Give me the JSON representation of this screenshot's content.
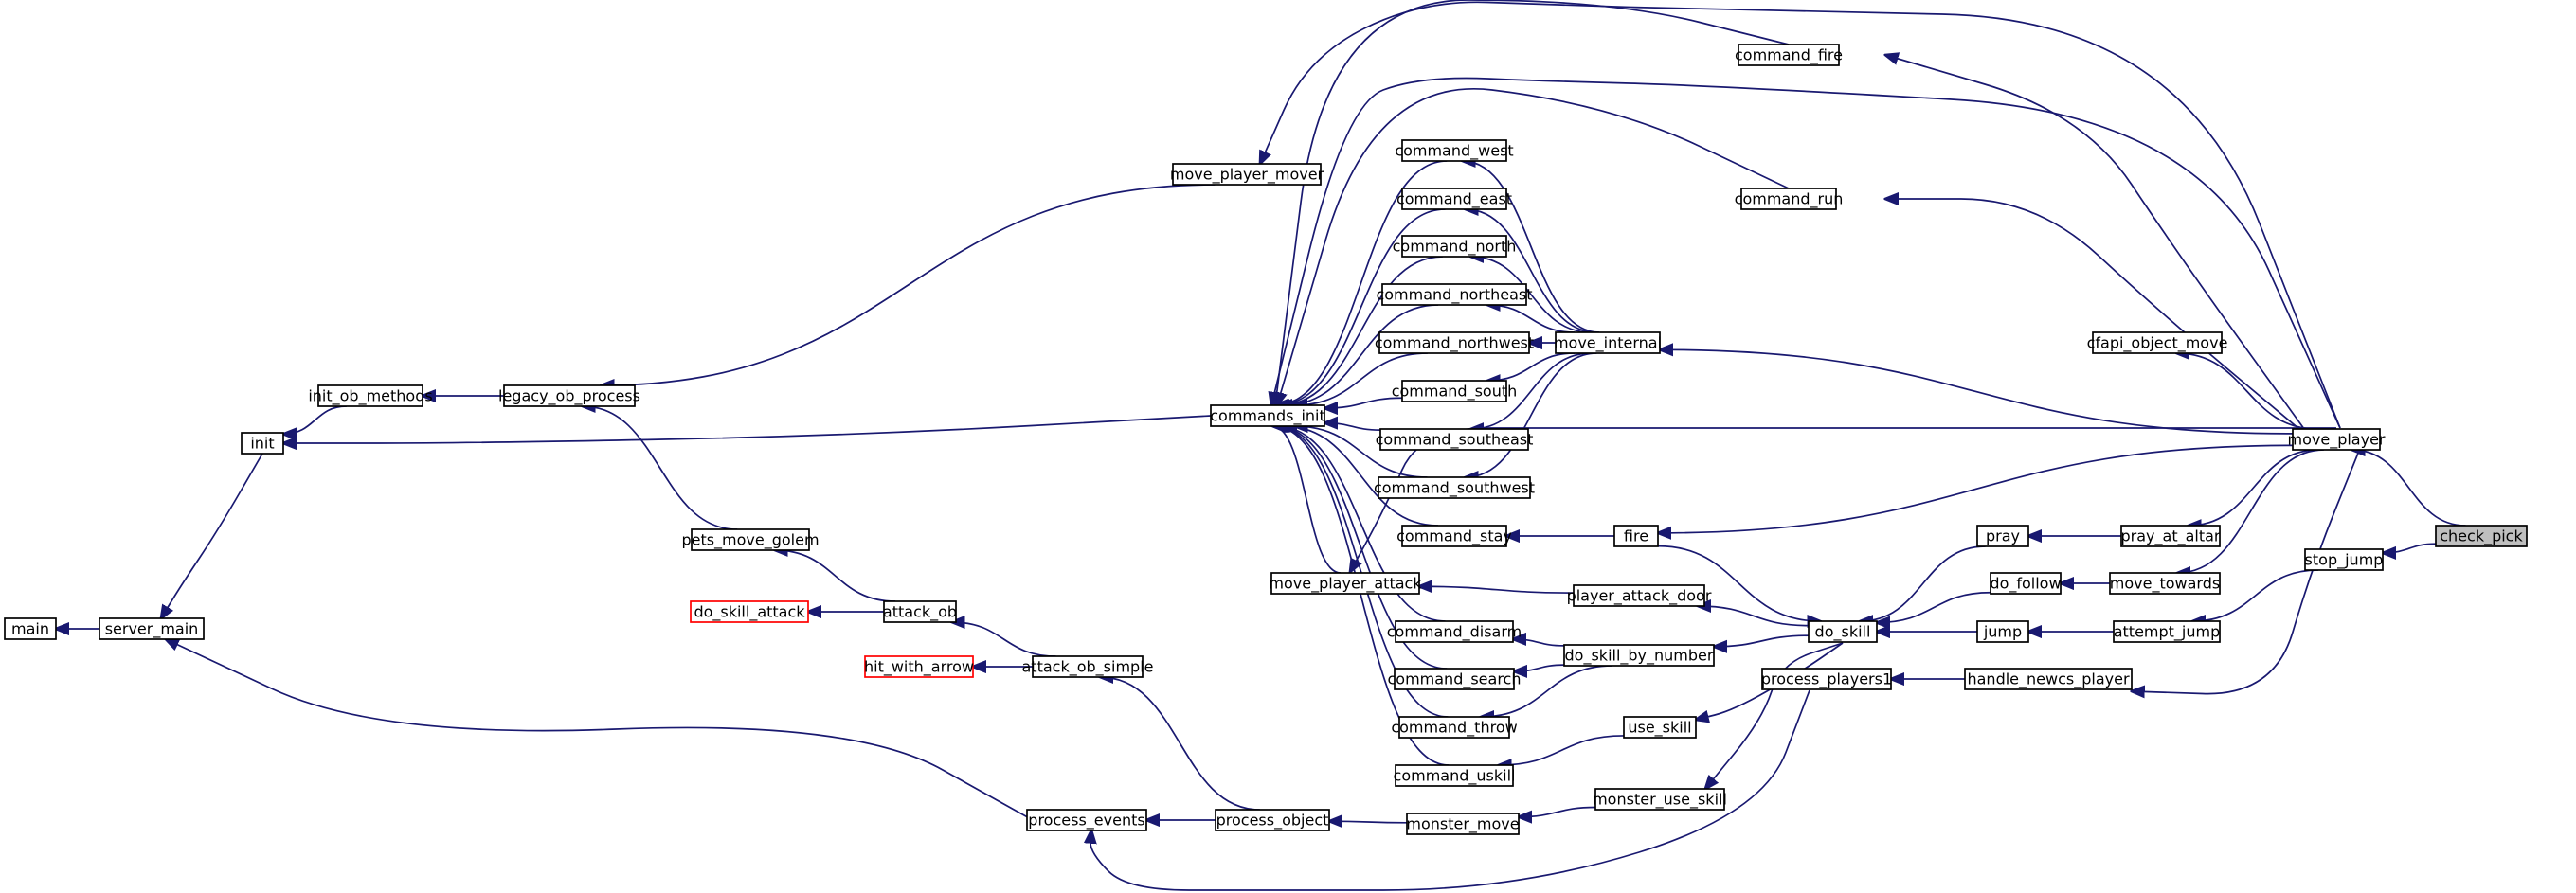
{
  "diagram": {
    "type": "call-graph",
    "edge_color": "#191970",
    "highlight_fill": "#bfbfbf",
    "truncated_border": "#ff0000",
    "nodes": [
      {
        "id": "check_pick",
        "label": "check_pick",
        "highlight": true
      },
      {
        "id": "move_player",
        "label": "move_player"
      },
      {
        "id": "stop_jump",
        "label": "stop_jump"
      },
      {
        "id": "command_fire",
        "label": "command_fire"
      },
      {
        "id": "command_run",
        "label": "command_run"
      },
      {
        "id": "cfapi_object_move",
        "label": "cfapi_object_move"
      },
      {
        "id": "move_internal",
        "label": "move_internal"
      },
      {
        "id": "fire",
        "label": "fire"
      },
      {
        "id": "pray_at_altar",
        "label": "pray_at_altar"
      },
      {
        "id": "move_towards",
        "label": "move_towards"
      },
      {
        "id": "attempt_jump",
        "label": "attempt_jump"
      },
      {
        "id": "handle_newcs_player",
        "label": "handle_newcs_player"
      },
      {
        "id": "move_player_mover",
        "label": "move_player_mover"
      },
      {
        "id": "commands_init",
        "label": "commands_init"
      },
      {
        "id": "move_player_attack",
        "label": "move_player_attack"
      },
      {
        "id": "command_west",
        "label": "command_west"
      },
      {
        "id": "command_east",
        "label": "command_east"
      },
      {
        "id": "command_north",
        "label": "command_north"
      },
      {
        "id": "command_northeast",
        "label": "command_northeast"
      },
      {
        "id": "command_northwest",
        "label": "command_northwest"
      },
      {
        "id": "command_south",
        "label": "command_south"
      },
      {
        "id": "command_southeast",
        "label": "command_southeast"
      },
      {
        "id": "command_southwest",
        "label": "command_southwest"
      },
      {
        "id": "command_stay",
        "label": "command_stay"
      },
      {
        "id": "pray",
        "label": "pray"
      },
      {
        "id": "do_follow",
        "label": "do_follow"
      },
      {
        "id": "jump",
        "label": "jump"
      },
      {
        "id": "do_skill",
        "label": "do_skill"
      },
      {
        "id": "player_attack_door",
        "label": "player_attack_door"
      },
      {
        "id": "do_skill_by_number",
        "label": "do_skill_by_number"
      },
      {
        "id": "command_disarm",
        "label": "command_disarm"
      },
      {
        "id": "command_search",
        "label": "command_search"
      },
      {
        "id": "command_throw",
        "label": "command_throw"
      },
      {
        "id": "use_skill",
        "label": "use_skill"
      },
      {
        "id": "command_uskill",
        "label": "command_uskill"
      },
      {
        "id": "monster_use_skill",
        "label": "monster_use_skill"
      },
      {
        "id": "monster_move",
        "label": "monster_move"
      },
      {
        "id": "process_object",
        "label": "process_object"
      },
      {
        "id": "process_events",
        "label": "process_events"
      },
      {
        "id": "process_players1",
        "label": "process_players1"
      },
      {
        "id": "legacy_ob_process",
        "label": "legacy_ob_process"
      },
      {
        "id": "init_ob_methods",
        "label": "init_ob_methods"
      },
      {
        "id": "init",
        "label": "init"
      },
      {
        "id": "server_main",
        "label": "server_main"
      },
      {
        "id": "main",
        "label": "main"
      },
      {
        "id": "pets_move_golem",
        "label": "pets_move_golem"
      },
      {
        "id": "attack_ob",
        "label": "attack_ob"
      },
      {
        "id": "do_skill_attack",
        "label": "do_skill_attack",
        "truncated": true
      },
      {
        "id": "attack_ob_simple",
        "label": "attack_ob_simple"
      },
      {
        "id": "hit_with_arrow",
        "label": "hit_with_arrow",
        "truncated": true
      }
    ],
    "edges": [
      {
        "from": "check_pick",
        "to": "move_player"
      },
      {
        "from": "check_pick",
        "to": "stop_jump"
      },
      {
        "from": "move_player",
        "to": "command_fire"
      },
      {
        "from": "move_player",
        "to": "command_run"
      },
      {
        "from": "move_player",
        "to": "cfapi_object_move"
      },
      {
        "from": "move_player",
        "to": "move_internal"
      },
      {
        "from": "move_player",
        "to": "fire"
      },
      {
        "from": "move_player",
        "to": "pray_at_altar"
      },
      {
        "from": "move_player",
        "to": "move_towards"
      },
      {
        "from": "move_player",
        "to": "handle_newcs_player"
      },
      {
        "from": "move_player",
        "to": "move_player_mover"
      },
      {
        "from": "move_player",
        "to": "commands_init"
      },
      {
        "from": "move_player",
        "to": "move_player_attack"
      },
      {
        "from": "stop_jump",
        "to": "attempt_jump"
      },
      {
        "from": "command_fire",
        "to": "commands_init"
      },
      {
        "from": "command_run",
        "to": "commands_init"
      },
      {
        "from": "move_internal",
        "to": "command_west"
      },
      {
        "from": "move_internal",
        "to": "command_east"
      },
      {
        "from": "move_internal",
        "to": "command_north"
      },
      {
        "from": "move_internal",
        "to": "command_northeast"
      },
      {
        "from": "move_internal",
        "to": "command_northwest"
      },
      {
        "from": "move_internal",
        "to": "command_south"
      },
      {
        "from": "move_internal",
        "to": "command_southeast"
      },
      {
        "from": "move_internal",
        "to": "command_southwest"
      },
      {
        "from": "fire",
        "to": "command_stay"
      },
      {
        "from": "fire",
        "to": "do_skill"
      },
      {
        "from": "pray_at_altar",
        "to": "pray"
      },
      {
        "from": "move_towards",
        "to": "do_follow"
      },
      {
        "from": "attempt_jump",
        "to": "jump"
      },
      {
        "from": "handle_newcs_player",
        "to": "process_players1"
      },
      {
        "from": "pray",
        "to": "do_skill"
      },
      {
        "from": "do_follow",
        "to": "do_skill"
      },
      {
        "from": "jump",
        "to": "do_skill"
      },
      {
        "from": "do_skill",
        "to": "player_attack_door"
      },
      {
        "from": "do_skill",
        "to": "do_skill_by_number"
      },
      {
        "from": "do_skill",
        "to": "use_skill"
      },
      {
        "from": "do_skill",
        "to": "monster_use_skill"
      },
      {
        "from": "player_attack_door",
        "to": "move_player_attack"
      },
      {
        "from": "do_skill_by_number",
        "to": "command_disarm"
      },
      {
        "from": "do_skill_by_number",
        "to": "command_search"
      },
      {
        "from": "do_skill_by_number",
        "to": "command_throw"
      },
      {
        "from": "use_skill",
        "to": "command_uskill"
      },
      {
        "from": "monster_use_skill",
        "to": "monster_move"
      },
      {
        "from": "monster_move",
        "to": "process_object"
      },
      {
        "from": "process_object",
        "to": "process_events"
      },
      {
        "from": "process_players1",
        "to": "process_events"
      },
      {
        "from": "process_events",
        "to": "server_main"
      },
      {
        "from": "server_main",
        "to": "main"
      },
      {
        "from": "command_west",
        "to": "commands_init"
      },
      {
        "from": "command_east",
        "to": "commands_init"
      },
      {
        "from": "command_north",
        "to": "commands_init"
      },
      {
        "from": "command_northeast",
        "to": "commands_init"
      },
      {
        "from": "command_northwest",
        "to": "commands_init"
      },
      {
        "from": "command_south",
        "to": "commands_init"
      },
      {
        "from": "command_southeast",
        "to": "commands_init"
      },
      {
        "from": "command_southwest",
        "to": "commands_init"
      },
      {
        "from": "command_stay",
        "to": "commands_init"
      },
      {
        "from": "command_disarm",
        "to": "commands_init"
      },
      {
        "from": "command_search",
        "to": "commands_init"
      },
      {
        "from": "command_throw",
        "to": "commands_init"
      },
      {
        "from": "command_uskill",
        "to": "commands_init"
      },
      {
        "from": "move_player_attack",
        "to": "commands_init"
      },
      {
        "from": "commands_init",
        "to": "init"
      },
      {
        "from": "init",
        "to": "server_main"
      },
      {
        "from": "move_player_mover",
        "to": "legacy_ob_process"
      },
      {
        "from": "legacy_ob_process",
        "to": "init_ob_methods"
      },
      {
        "from": "init_ob_methods",
        "to": "init"
      },
      {
        "from": "process_object",
        "to": "attack_ob_simple"
      },
      {
        "from": "attack_ob_simple",
        "to": "attack_ob"
      },
      {
        "from": "attack_ob_simple",
        "to": "hit_with_arrow"
      },
      {
        "from": "attack_ob",
        "to": "pets_move_golem"
      },
      {
        "from": "attack_ob",
        "to": "do_skill_attack"
      },
      {
        "from": "pets_move_golem",
        "to": "legacy_ob_process"
      }
    ]
  }
}
